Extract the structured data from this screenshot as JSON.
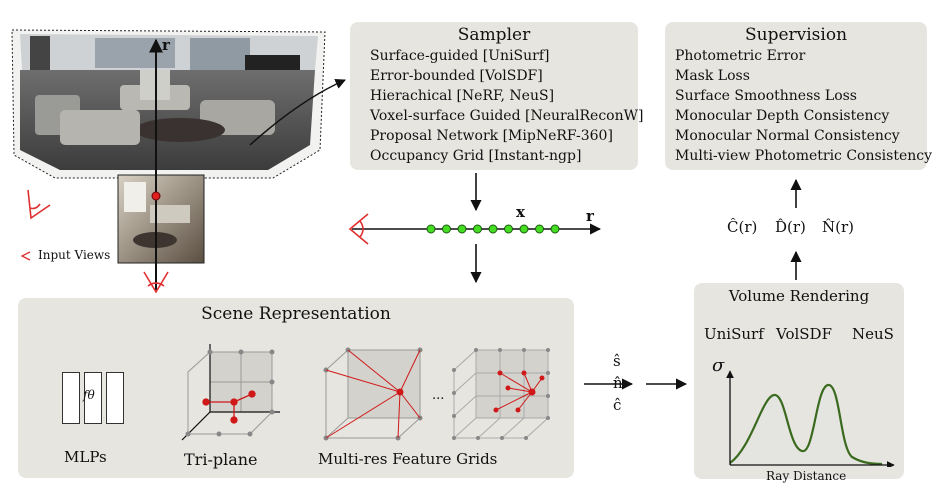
{
  "sampler": {
    "title": "Sampler",
    "items": [
      "Surface-guided [UniSurf]",
      "Error-bounded [VolSDF]",
      "Hierachical [NeRF, NeuS]",
      "Voxel-surface Guided [NeuralReconW]",
      "Proposal Network [MipNeRF-360]",
      "Occupancy Grid [Instant-ngp]"
    ]
  },
  "supervision": {
    "title": "Supervision",
    "items": [
      "Photometric Error",
      "Mask Loss",
      "Surface Smoothness Loss",
      "Monocular Depth Consistency",
      "Monocular Normal Consistency",
      "Multi-view Photometric Consistency"
    ]
  },
  "scene": {
    "title": "Scene Representation",
    "mlp_label": "MLPs",
    "mlp_symbol": "fθ",
    "triplane_label": "Tri-plane",
    "grids_label": "Multi-res Feature Grids",
    "ellipsis": "..."
  },
  "volume": {
    "title": "Volume Rendering",
    "methods": [
      "UniSurf",
      "VolSDF",
      "NeuS"
    ],
    "sigma": "σ",
    "xlabel": "Ray Distance"
  },
  "ray": {
    "x_label": "x",
    "r_label": "r"
  },
  "camera": {
    "r_label": "r"
  },
  "input_views": {
    "label": "Input Views"
  },
  "outputs": {
    "rendered": [
      "Ĉ(r)",
      "D̂(r)",
      "N̂(r)"
    ],
    "predicted": [
      "ŝ",
      "n̂",
      "ĉ"
    ]
  },
  "colors": {
    "box_fill": "#e6e5e0",
    "sample_point": "#44dd22",
    "camera_red": "#e03030",
    "curve_green": "#3a6a1e"
  }
}
